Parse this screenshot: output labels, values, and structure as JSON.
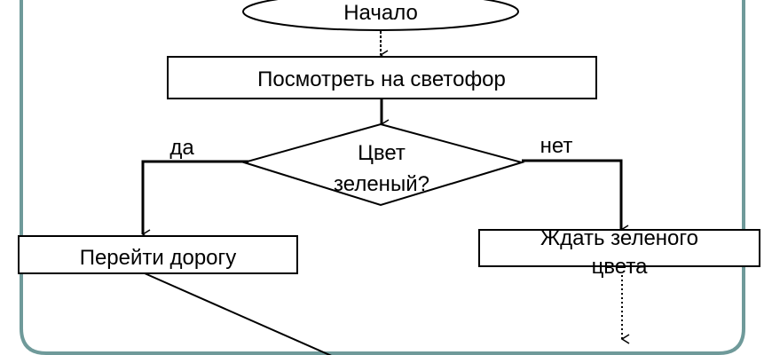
{
  "diagram": {
    "start": "Начало",
    "step_look": "Посмотреть на светофор",
    "decision_line1": "Цвет",
    "decision_line2": "зеленый?",
    "yes_label": "да",
    "no_label": "нет",
    "step_cross": "Перейти дорогу",
    "step_wait_line1": "Ждать зеленого",
    "step_wait_line2": "цвета"
  },
  "colors": {
    "frame": "#6f9a9a",
    "stroke": "#000000"
  }
}
